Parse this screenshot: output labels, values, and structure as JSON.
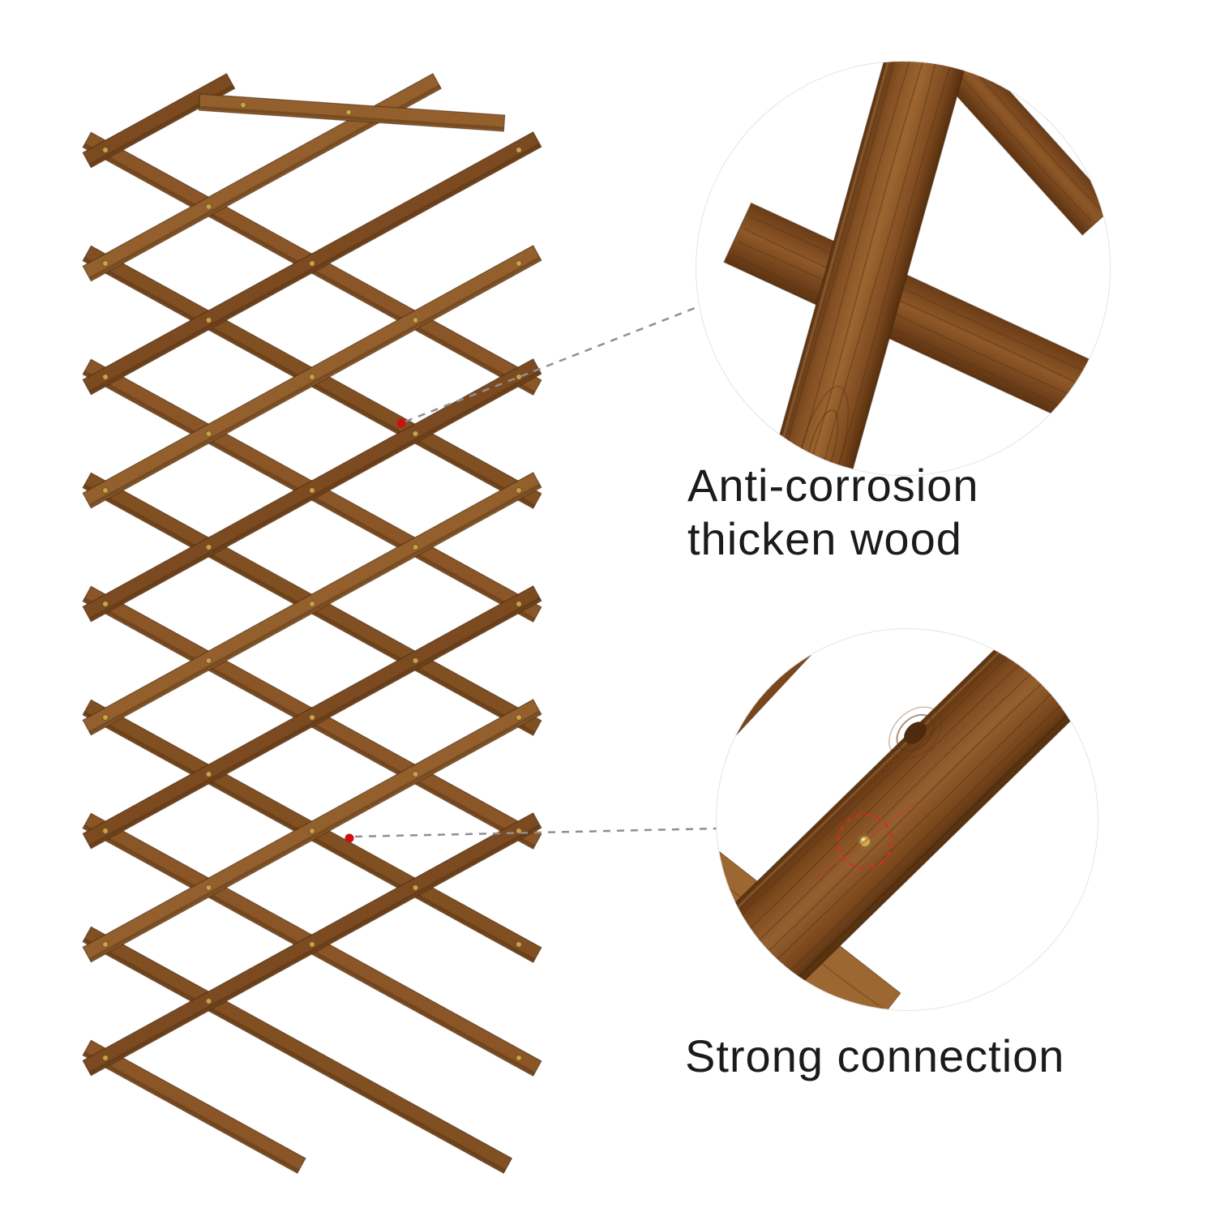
{
  "callouts": {
    "anti_corrosion": {
      "line1": "Anti-corrosion",
      "line2": "thicken wood"
    },
    "strong_connection": {
      "label": "Strong connection"
    }
  },
  "colors": {
    "background": "#ffffff",
    "text": "#1b1b1b",
    "leader_line": "#8f8f8f",
    "red_accent": "#cc1111",
    "rivet_gold": "#c9a24b",
    "wood_palette": [
      "#7c4a20",
      "#8a5527",
      "#935f2d",
      "#815022"
    ]
  }
}
